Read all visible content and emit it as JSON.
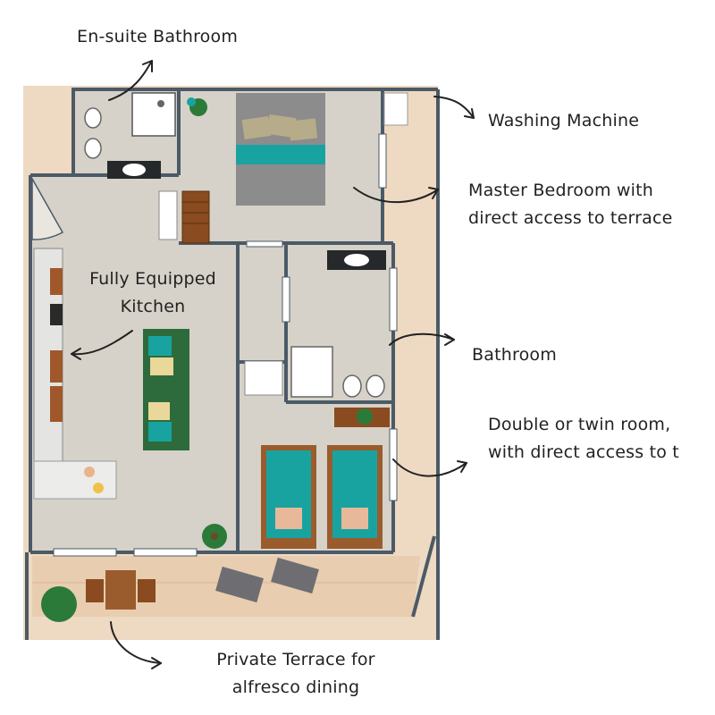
{
  "labels": {
    "ensuite": "En-suite Bathroom",
    "washing_machine": "Washing Machine",
    "master_bedroom": [
      "Master Bedroom with",
      "direct access to terrace"
    ],
    "kitchen": [
      "Fully Equipped",
      "Kitchen"
    ],
    "bathroom": "Bathroom",
    "double_twin_room": [
      "Double or twin room,",
      "with direct access to t"
    ],
    "terrace": [
      "Private Terrace for",
      "alfresco dining"
    ]
  },
  "colors": {
    "wall": "#4b5a66",
    "floor": "#d6d2c9",
    "terrace": "#eed9c2",
    "teal": "#19a3a0",
    "sofa": "#2e6b3c",
    "wood": "#9a5c2d",
    "arrow": "#222222"
  }
}
